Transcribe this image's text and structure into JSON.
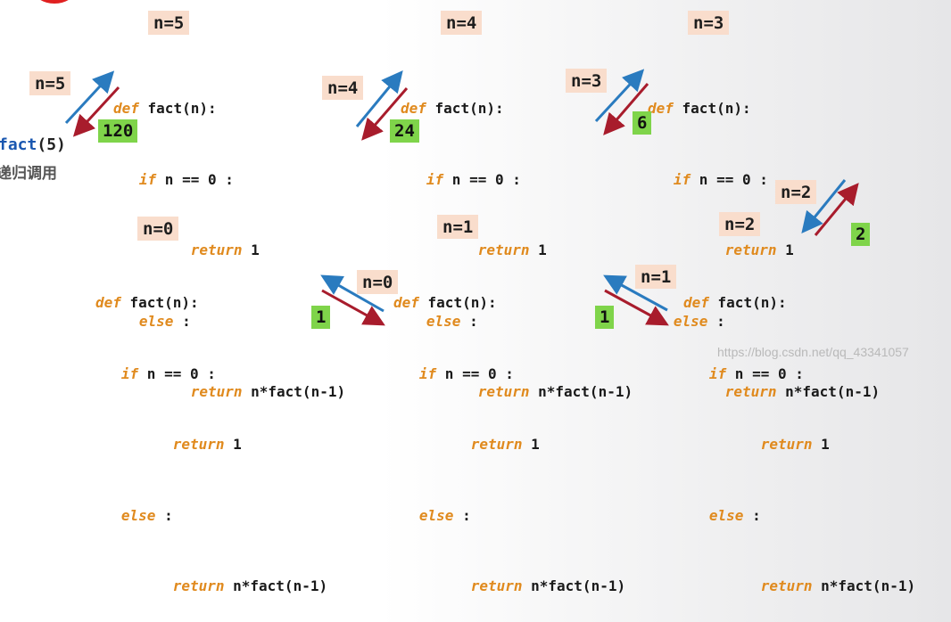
{
  "code": {
    "def": "def",
    "func": " fact(n):",
    "if_kw": "if",
    "cond": " n == 0 :",
    "return_kw": "return",
    "ret1": " 1",
    "else_kw": "else",
    "colon": " :",
    "recur": " n*fact(n-1)"
  },
  "frames": [
    {
      "label": "n=5"
    },
    {
      "label": "n=4"
    },
    {
      "label": "n=3"
    },
    {
      "label": "n=0"
    },
    {
      "label": "n=1"
    },
    {
      "label": "n=2"
    }
  ],
  "arrow_labels": {
    "call_5": "n=5",
    "call_4": "n=4",
    "call_3": "n=3",
    "call_2": "n=2",
    "call_1": "n=1",
    "call_0": "n=0"
  },
  "results": {
    "r120": "120",
    "r24": "24",
    "r6": "6",
    "r2": "2",
    "r1a": "1",
    "r1b": "1"
  },
  "call": {
    "fn": "fact",
    "arg": "(5)"
  },
  "caption": "递归调用",
  "watermark": "https://blog.csdn.net/qq_43341057",
  "colors": {
    "call_arrow": "#2a7bbf",
    "return_arrow": "#a81c2c",
    "keyword": "#e08a1e",
    "label_bg": "#f9ddcc",
    "result_bg": "#7fd44a"
  }
}
